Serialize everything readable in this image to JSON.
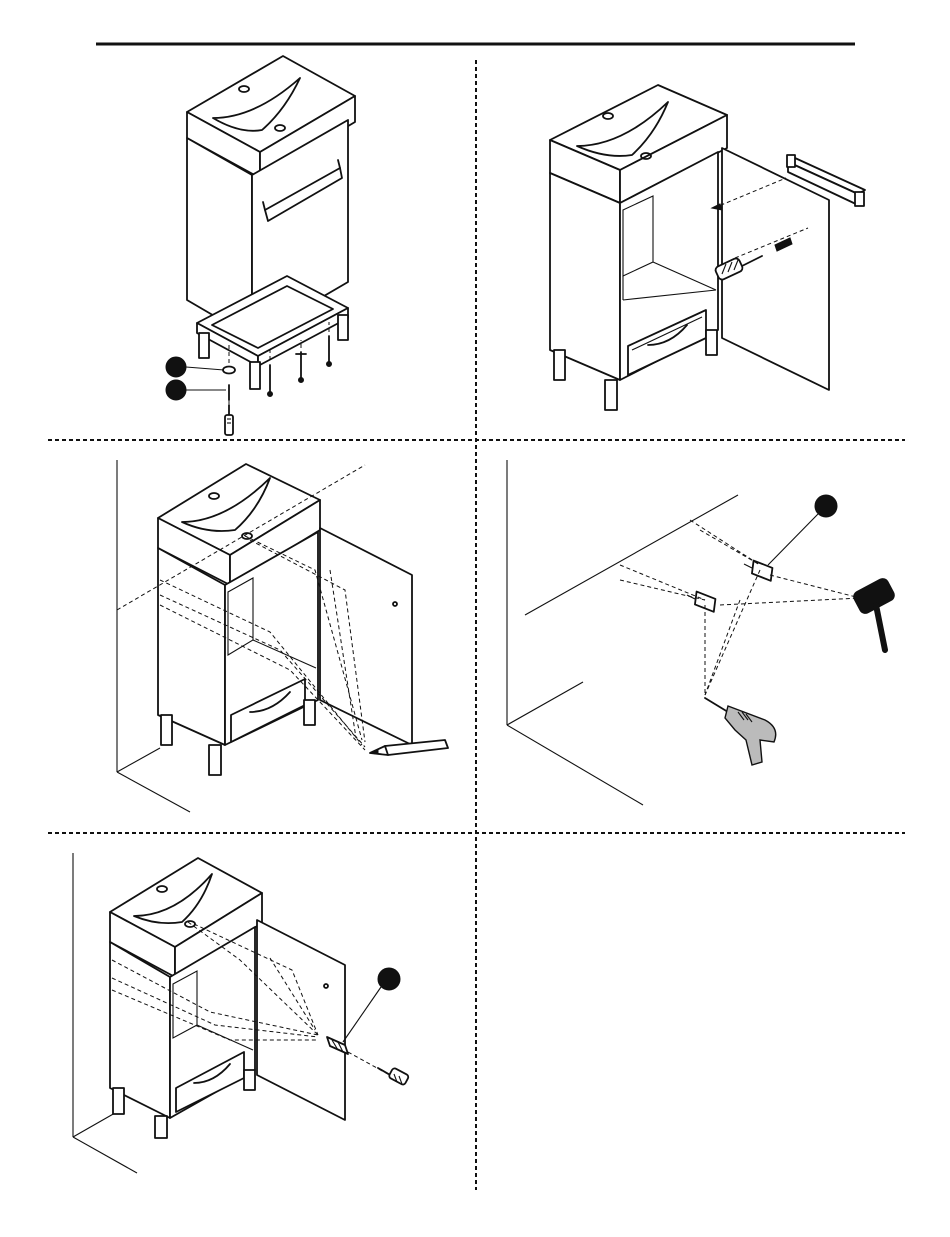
{
  "page": {
    "background": "#ffffff",
    "line_color": "#111111"
  },
  "panels": [
    {
      "id": "step-leg-frame",
      "callouts": [
        "",
        ""
      ],
      "icons": [
        "screw-icon",
        "washer-icon",
        "screwdriver-icon"
      ]
    },
    {
      "id": "step-door-hinge",
      "callouts": [],
      "icons": [
        "hinge-icon",
        "screw-icon",
        "screwdriver-icon"
      ]
    },
    {
      "id": "step-mark-wall",
      "callouts": [],
      "icons": [
        "pencil-icon"
      ]
    },
    {
      "id": "step-drill-wall",
      "callouts": [
        ""
      ],
      "icons": [
        "wall-anchor-icon",
        "mallet-icon",
        "drill-icon"
      ]
    },
    {
      "id": "step-fix-to-wall",
      "callouts": [
        ""
      ],
      "icons": [
        "wall-anchor-icon",
        "screw-icon"
      ]
    },
    {
      "id": "empty-panel",
      "callouts": [],
      "icons": []
    }
  ]
}
